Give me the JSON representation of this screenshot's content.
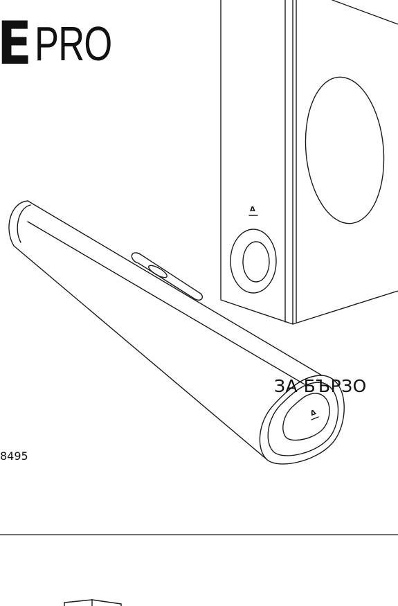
{
  "header": {
    "title_bold": "E",
    "title_light": "PRO"
  },
  "guide": {
    "title": "ЗА БЪРЗО",
    "model_number": "8495"
  },
  "illustration": {
    "logo_glyph": "Δ"
  }
}
